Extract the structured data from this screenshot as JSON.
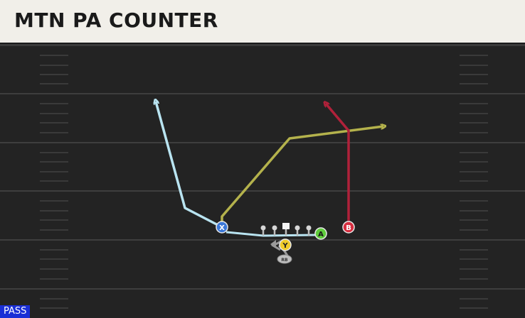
{
  "play": {
    "title": "MTN PA COUNTER",
    "type_badge": "PASS"
  },
  "players": {
    "x": "X",
    "y": "Y",
    "a": "A",
    "b": "B",
    "rb": "RB"
  },
  "colors": {
    "x_route": "#b9e4f1",
    "a_route": "#b4b24c",
    "b_route": "#b0213a",
    "x_token": "#3b78d8",
    "y_token": "#f0cc2a",
    "a_token": "#5fcd3c",
    "b_token": "#d62d3f"
  }
}
